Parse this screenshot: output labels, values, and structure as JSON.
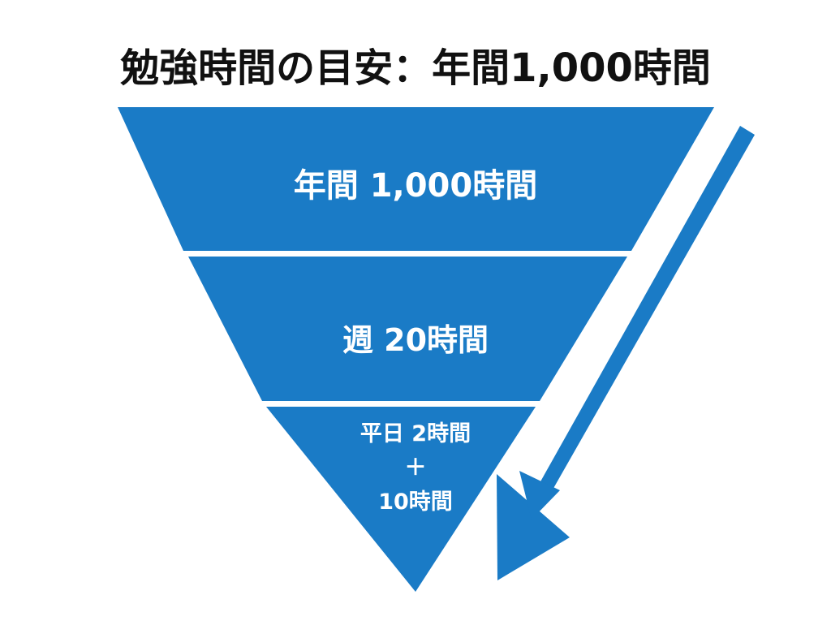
{
  "title": "勉強時間の目安：年間1,000時間",
  "colors": {
    "primary_blue": "#1a7bc6",
    "background": "#ffffff",
    "title_text": "#111111",
    "label_text": "#ffffff"
  },
  "pyramid": {
    "orientation": "inverted-triangle",
    "tiers": [
      {
        "label": "年間 1,000時間"
      },
      {
        "label": "週 20時間"
      },
      {
        "line1": "平日 2時間",
        "line2": "＋",
        "line3": "10時間"
      }
    ]
  },
  "arrow": {
    "direction": "down-left",
    "icon": "arrow-down-left-icon"
  }
}
